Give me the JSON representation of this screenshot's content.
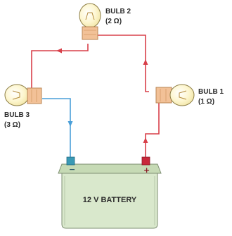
{
  "bulbs": [
    {
      "name": "BULB 1",
      "resistance": "(1 Ω)"
    },
    {
      "name": "BULB 2",
      "resistance": "(2 Ω)"
    },
    {
      "name": "BULB 3",
      "resistance": "(3 Ω)"
    }
  ],
  "battery": {
    "label": "12 V BATTERY",
    "negative_sign": "−",
    "positive_sign": "+"
  },
  "colors": {
    "positive_wire": "#d8404a",
    "negative_wire": "#4a9fd8",
    "battery_body": "#d9e8cc",
    "battery_top": "#c6dab5",
    "socket": "#f2c197",
    "bulb_glass": "#fdf6cf",
    "negative_terminal": "#3a9ab5",
    "positive_terminal": "#c8283a"
  }
}
